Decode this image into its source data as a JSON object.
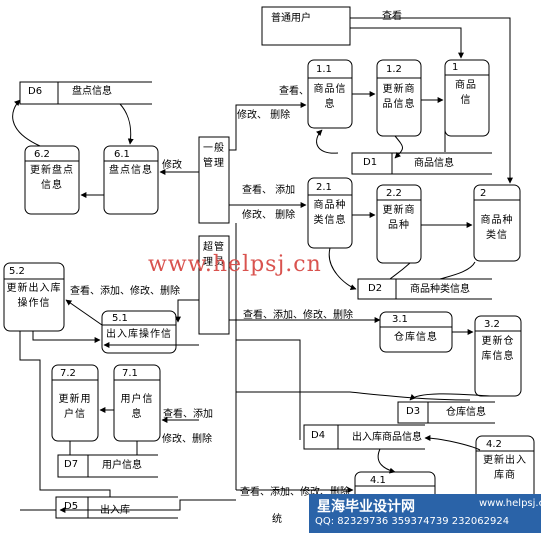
{
  "external_entity": "普通用户",
  "processes": {
    "p1_1": {
      "id": "1.1",
      "text": "商品信息"
    },
    "p1_2": {
      "id": "1.2",
      "text": "更新商品信息"
    },
    "p1": {
      "id": "1",
      "text": "商品信"
    },
    "p2_1": {
      "id": "2.1",
      "text": "商品种类信息"
    },
    "p2_2": {
      "id": "2.2",
      "text": "更新商品种"
    },
    "p2": {
      "id": "2",
      "text": "商品种类信"
    },
    "p3_1": {
      "id": "3.1",
      "text": "仓库信息"
    },
    "p3_2": {
      "id": "3.2",
      "text": "更新仓库信息"
    },
    "p4_1": {
      "id": "4.1",
      "text": ""
    },
    "p4_2": {
      "id": "4.2",
      "text": "更新出入库商"
    },
    "p5_1": {
      "id": "5.1",
      "text": "出入库操作信"
    },
    "p5_2": {
      "id": "5.2",
      "text": "更新出入库操作信"
    },
    "p6_1": {
      "id": "6.1",
      "text": "盘点信息"
    },
    "p6_2": {
      "id": "6.2",
      "text": "更新盘点信息"
    },
    "p7_1": {
      "id": "7.1",
      "text": "用户信息"
    },
    "p7_2": {
      "id": "7.2",
      "text": "更新用户信"
    }
  },
  "actors": {
    "general_admin": "一般管理",
    "super_admin": "超管理员"
  },
  "stores": {
    "d1": {
      "id": "D1",
      "name": "商品信息"
    },
    "d2": {
      "id": "D2",
      "name": "商品种类信息"
    },
    "d3": {
      "id": "D3",
      "name": "仓库信息"
    },
    "d4": {
      "id": "D4",
      "name": "出入库商品信息"
    },
    "d5": {
      "id": "D5",
      "name": "出入库"
    },
    "d6": {
      "id": "D6",
      "name": "盘点信息"
    },
    "d7": {
      "id": "D7",
      "name": "用户信息"
    }
  },
  "flow_labels": {
    "view_top": "查看",
    "view1": "查看、",
    "modify_delete1": "修改、 删除",
    "modify_6": "修改",
    "view_add2": "查看、 添加",
    "modify_delete2": "修改、 删除",
    "all_ops_5": "查看、添加、修改、删除",
    "all_ops_3": "查看、添加、修改、删除",
    "view_add7": "查看、添加",
    "modify_delete7": "修改、删除",
    "bottom_ops": "查看、添加、修改、删除",
    "bottom_cut": "统"
  },
  "watermark": "www.helpsj.cn",
  "banner": {
    "title": "星海毕业设计网",
    "url": "www.helpsj.cn",
    "qq": "QQ: 82329736  359374739  232062924"
  }
}
